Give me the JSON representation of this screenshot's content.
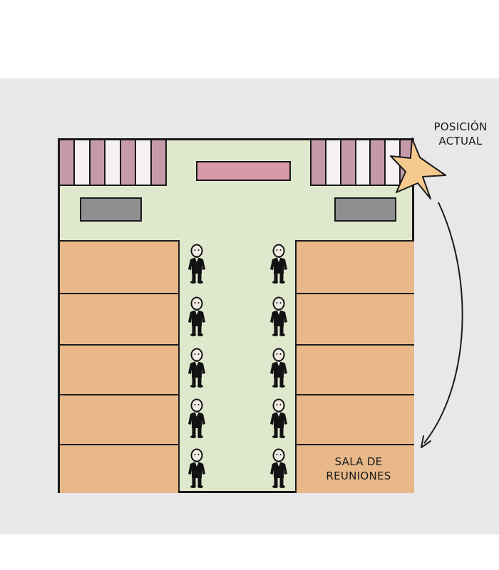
{
  "labels": {
    "current_position": "POSICIÓN ACTUAL",
    "meeting_room_line1": "SALA DE",
    "meeting_room_line2": "REUNIONES"
  },
  "colors": {
    "background": "#e8e8ea",
    "floor": "#dfe8cc",
    "desk_blocks": "#e8b889",
    "gray_desks": "#8f8f8f",
    "front_table": "#d79aa9",
    "shelf_pink": "#c59aa8",
    "star": "#f6c98e",
    "people": "#121212"
  },
  "icons": {
    "marker": "star-icon",
    "route": "curved-arrow-icon",
    "employee": "person-icon"
  },
  "employees": {
    "left_column_count": 5,
    "right_column_count": 5
  }
}
